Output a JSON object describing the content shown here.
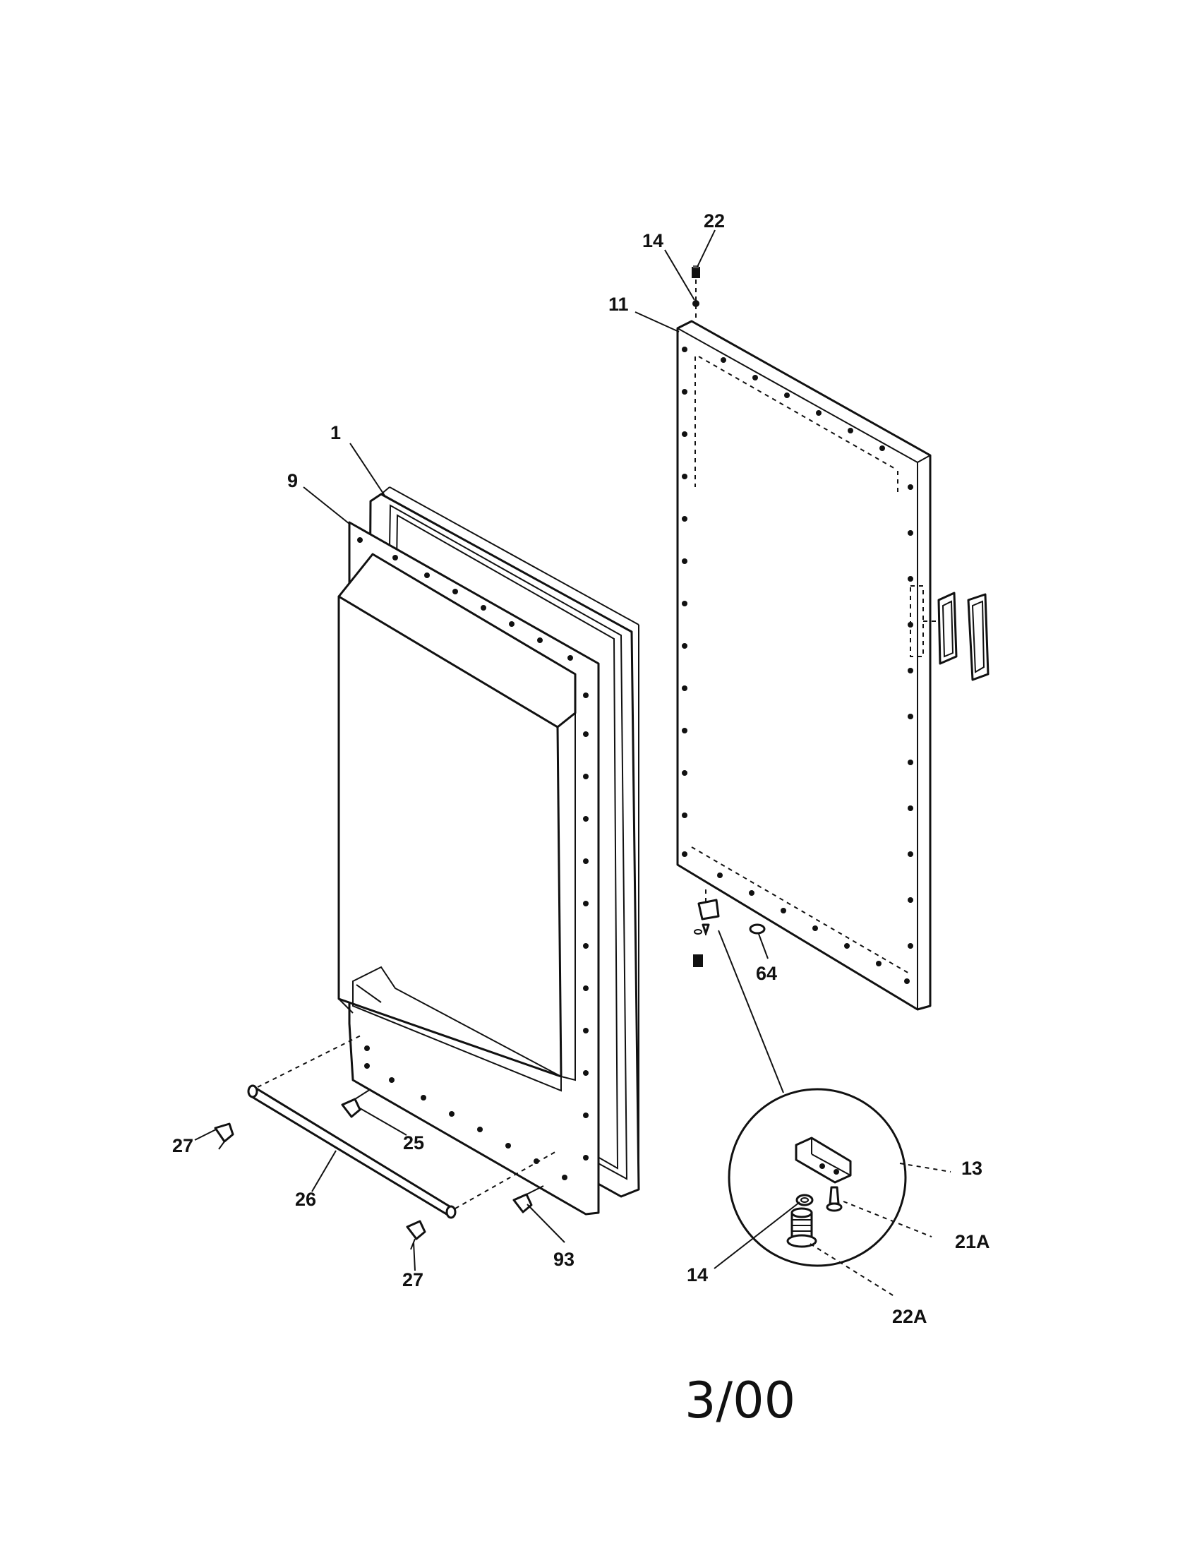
{
  "callouts": {
    "c1": "1",
    "c9": "9",
    "c11": "11",
    "c14_top": "14",
    "c22": "22",
    "c64": "64",
    "c13": "13",
    "c21A": "21A",
    "c14_detail": "14",
    "c22A": "22A",
    "c25": "25",
    "c26": "26",
    "c27_left": "27",
    "c27_bottom": "27",
    "c93": "93"
  },
  "footer": {
    "date_code": "3/00"
  }
}
